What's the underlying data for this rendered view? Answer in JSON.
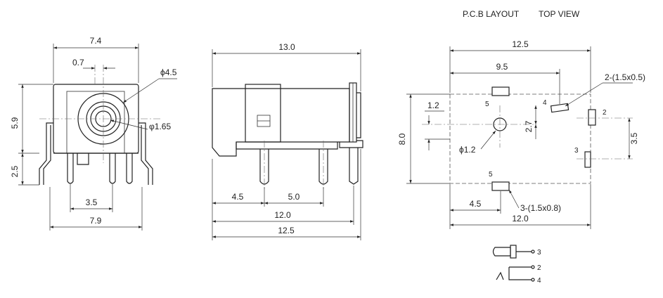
{
  "header": {
    "layout_title": "P.C.B LAYOUT",
    "view_title": "TOP VIEW"
  },
  "front_view": {
    "width_top": "7.4",
    "offset": "0.7",
    "dia_large": "ϕ4.5",
    "dia_small": "φ1.65",
    "height": "5.9",
    "pin_height": "2.5",
    "pin_pitch": "3.5",
    "width_bottom": "7.9"
  },
  "side_view": {
    "length": "13.0",
    "dim_a": "4.5",
    "dim_b": "5.0",
    "dim_c": "12.0",
    "dim_d": "12.5"
  },
  "pcb_layout": {
    "overall_width": "12.5",
    "dim_top": "9.5",
    "pad_note_top": "2-(1.5x0.5)",
    "dim_left": "1.2",
    "dim_center": "2.7",
    "overall_height": "8.0",
    "dim_right": "3.5",
    "hole": "ϕ1.2",
    "dim_bottom_left": "4.5",
    "pad_note_bottom": "3-(1.5x0.8)",
    "dim_bottom": "12.0",
    "pins": [
      "5",
      "4",
      "2",
      "3",
      "5"
    ]
  },
  "schematic": {
    "pins": [
      "3",
      "2",
      "4"
    ]
  }
}
